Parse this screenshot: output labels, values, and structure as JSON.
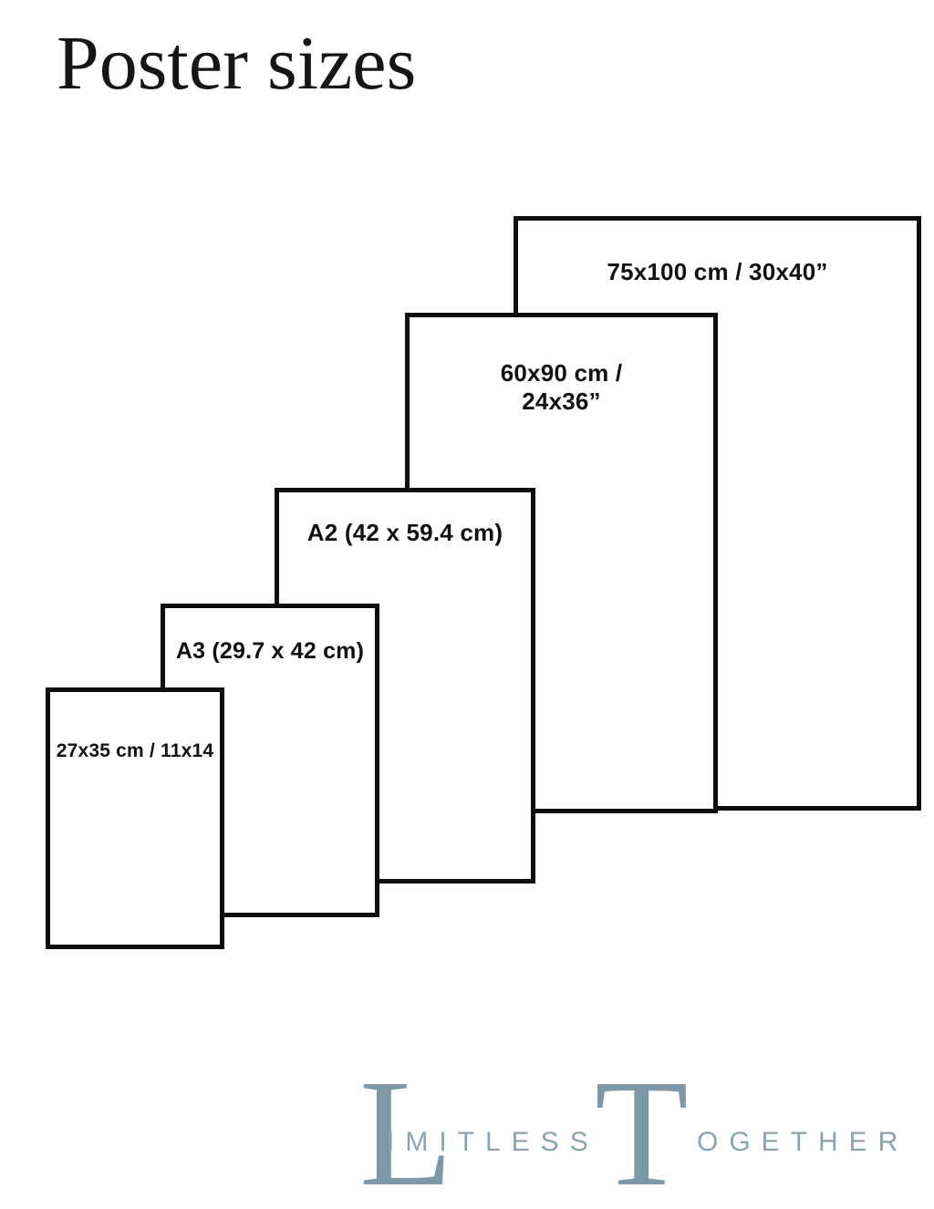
{
  "page": {
    "title": "Poster sizes",
    "background_color": "#ffffff"
  },
  "colors": {
    "outline": "#0d0d0d",
    "label_text": "#111111",
    "logo_accent": "#7d99a8"
  },
  "posters": [
    {
      "name": "75x100",
      "label_lines": [
        "75x100 cm / 30x40”"
      ]
    },
    {
      "name": "60x90",
      "label_lines": [
        "60x90 cm /",
        "24x36”"
      ]
    },
    {
      "name": "a2",
      "label_lines": [
        "A2 (42 x 59.4 cm)"
      ]
    },
    {
      "name": "a3",
      "label_lines": [
        "A3 (29.7 x 42 cm)"
      ]
    },
    {
      "name": "27x35",
      "label_lines": [
        "27x35 cm / 11x14"
      ]
    }
  ],
  "logo": {
    "word1_initial": "L",
    "word1_rest": "IMITLESS",
    "word2_initial": "T",
    "word2_rest": "OGETHER"
  }
}
